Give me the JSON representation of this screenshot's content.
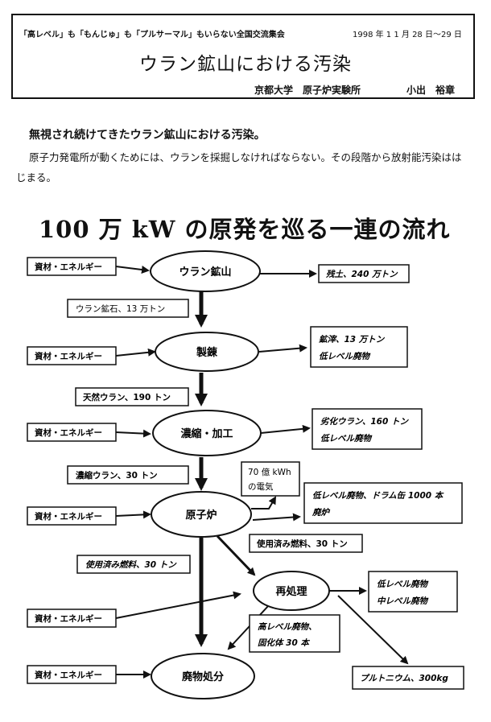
{
  "header": {
    "meeting": "「高レベル」も「もんじゅ」も「プルサーマル」もいらない全国交流集会",
    "date": "1998 年 1 1 月 28 日〜29 日",
    "title": "ウラン鉱山における汚染",
    "affiliation": "京都大学　原子炉実験所",
    "author": "小出　裕章"
  },
  "intro": {
    "lead": "無視され続けてきたウラン鉱山における汚染。",
    "paragraph": "原子力発電所が動くためには、ウランを採掘しなければならない。その段階から放射能汚染ははじまる。"
  },
  "diagram": {
    "title": "100 万 kW の原発を巡る一連の流れ",
    "nodes": {
      "mine": "ウラン鉱山",
      "refine": "製錬",
      "enrich": "濃縮・加工",
      "reactor": "原子炉",
      "reprocess": "再処理",
      "disposal": "廃物処分"
    },
    "inputs": {
      "mine": "資材・エネルギー",
      "refine": "資材・エネルギー",
      "enrich": "資材・エネルギー",
      "reactor": "資材・エネルギー",
      "reprocess": "資材・エネルギー",
      "disposal": "資材・エネルギー"
    },
    "flows": {
      "ore": "ウラン鉱石、13 万トン",
      "natural_uranium": "天然ウラン、190 トン",
      "enriched_uranium": "濃縮ウラン、30 トン",
      "spent_fuel_disposal": "使用済み燃料、30 トン",
      "spent_fuel_reprocess": "使用済み燃料、30 トン",
      "hlw": [
        "高レベル廃物、",
        "固化体 30 本"
      ]
    },
    "outputs": {
      "mine": "残土、240 万トン",
      "refine": [
        "鉱滓、13 万トン",
        "低レベル廃物"
      ],
      "enrich": [
        "劣化ウラン、160 トン",
        "低レベル廃物"
      ],
      "electricity": [
        "70 億 kWh",
        "の電気"
      ],
      "reactor": [
        "低レベル廃物、ドラム缶 1000 本",
        "廃炉"
      ],
      "reprocess": [
        "低レベル廃物",
        "中レベル廃物"
      ],
      "plutonium": "プルトニウム、300kg"
    }
  }
}
